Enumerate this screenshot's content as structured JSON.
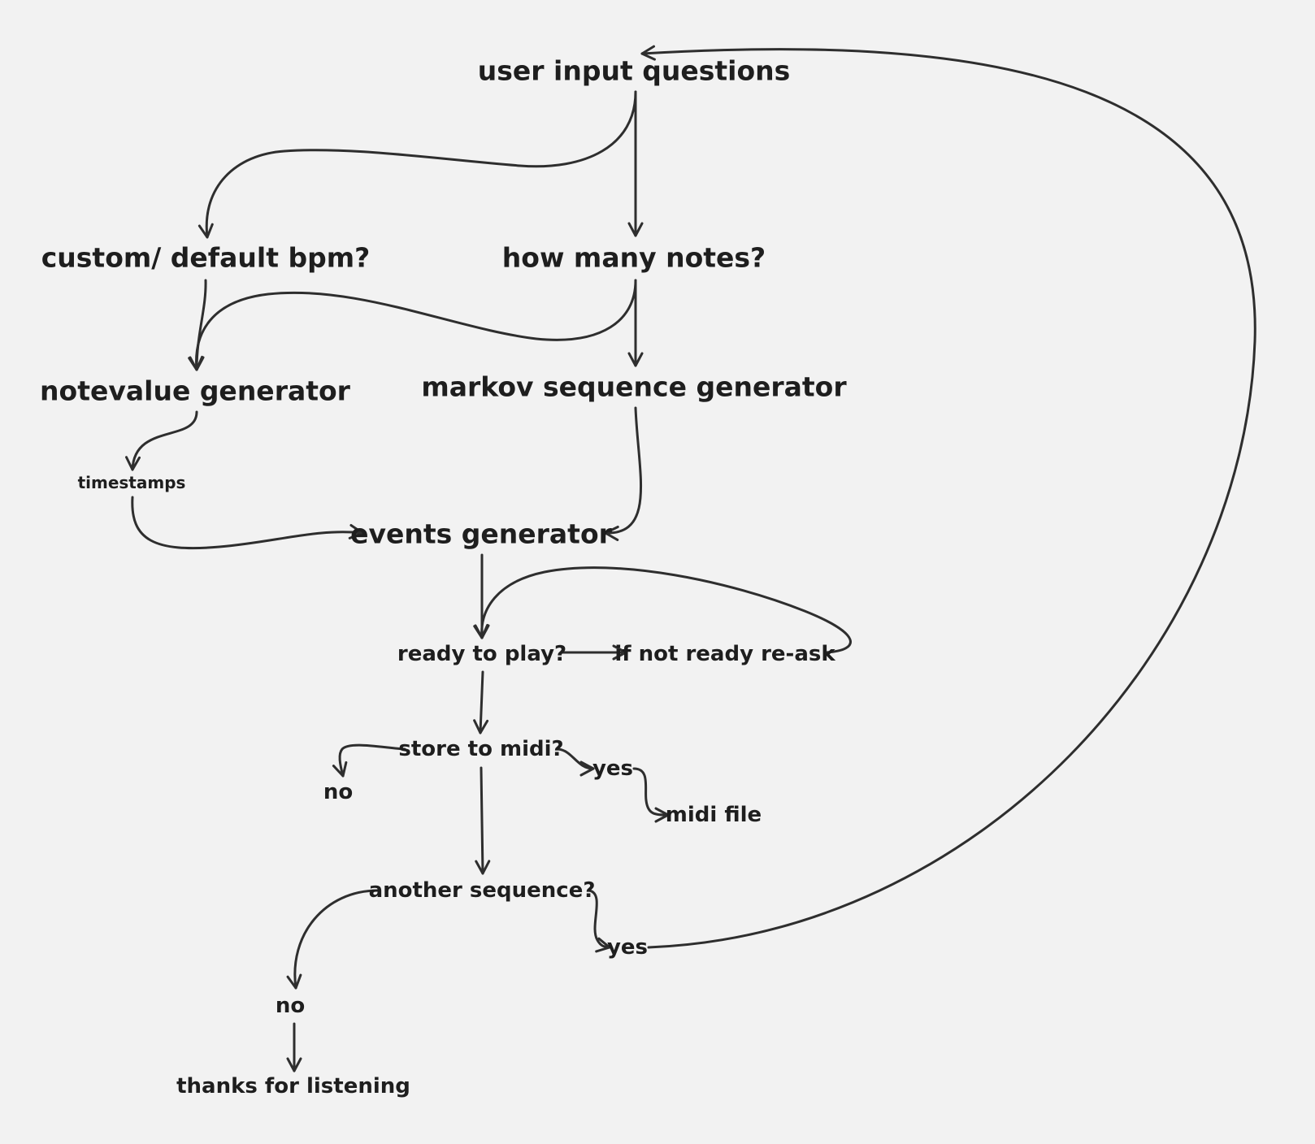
{
  "nodes": {
    "user_input": "user input questions",
    "bpm": "custom/ default bpm?",
    "notes": "how many notes?",
    "notevalue": "notevalue generator",
    "markov": "markov sequence generator",
    "timestamps": "timestamps",
    "events": "events generator",
    "ready": "ready to play?",
    "reask": "if not ready re-ask",
    "store": "store to midi?",
    "store_no": "no",
    "store_yes": "yes",
    "midi_file": "midi file",
    "another": "another sequence?",
    "another_yes": "yes",
    "another_no": "no",
    "thanks": "thanks for listening"
  },
  "colors": {
    "background": "#f2f2f2",
    "stroke": "#2e2e2e",
    "text": "#1e1e1e"
  }
}
